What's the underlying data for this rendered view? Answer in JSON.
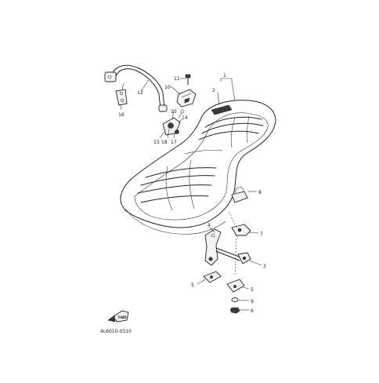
{
  "diagram": {
    "catalog_code": "4L6010-0310",
    "front_arrow_label": "FWD",
    "callouts": {
      "c1": "1",
      "c2": "2",
      "c3": "3",
      "c4": "4",
      "c5": "5",
      "c6": "6",
      "c7": "7",
      "c8": "8",
      "c9": "9",
      "c10": "10",
      "c11": "11",
      "c12": "12",
      "c13": "13",
      "c14": "14",
      "c15": "15",
      "c16": "16",
      "c17": "17",
      "c18": "18"
    }
  }
}
